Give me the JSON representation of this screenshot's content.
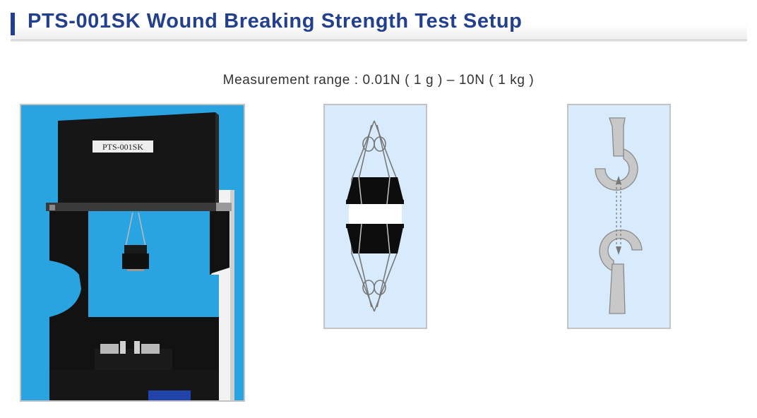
{
  "header": {
    "title": "PTS-001SK Wound Breaking Strength Test Setup"
  },
  "measurement": {
    "text": "Measurement range : 0.01N ( 1 g ) – 10N ( 1 kg )"
  },
  "figures": {
    "photo": {
      "device_label": "PTS-001SK",
      "background_color": "#29a3e0"
    },
    "clip_diagram": {
      "background_color": "#d8ebfc"
    },
    "hook_diagram": {
      "background_color": "#d8ebfc",
      "hook_color": "#c8c8c8"
    }
  },
  "colors": {
    "title": "#23408f",
    "accent": "#1f3d99",
    "frame_border": "#c3c3c3"
  }
}
